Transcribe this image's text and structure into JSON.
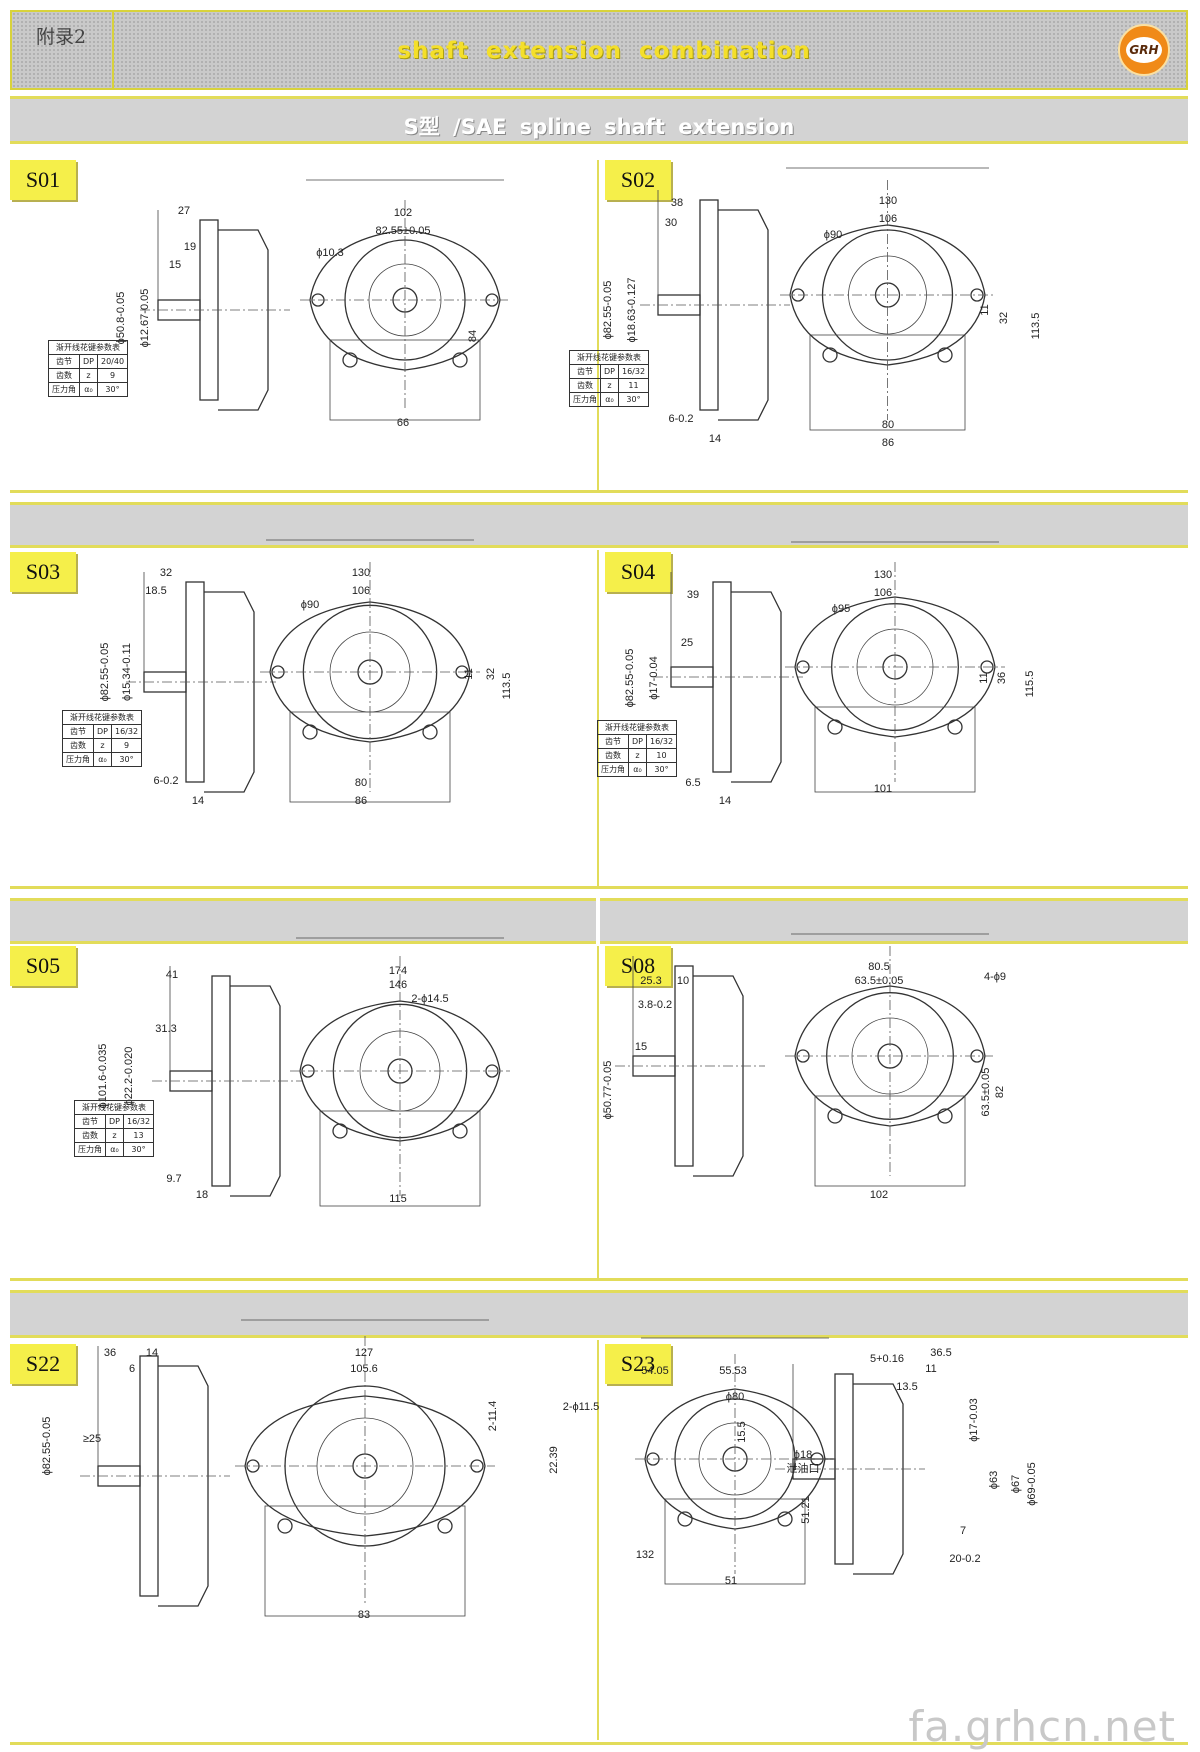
{
  "header": {
    "appendix": "附录2",
    "title": "shaft  extension  combination",
    "logo_text": "GRH"
  },
  "section_bar": {
    "title": "S型  /SAE spline shaft  extension"
  },
  "table_text": {
    "title": "渐开线花键参数表",
    "rows": [
      "齿节",
      "齿数",
      "压力角"
    ],
    "symbols": [
      "DP",
      "z",
      "α₀"
    ]
  },
  "cells": [
    {
      "code": "S01",
      "dp": "20/40",
      "z": "9",
      "angle": "30°",
      "side": [
        "27",
        "19",
        "15",
        "ϕ50.8-0.05",
        "ϕ12.67-0.05"
      ],
      "front": [
        "102",
        "82.55±0.05",
        "ϕ10.3",
        "84",
        "66"
      ]
    },
    {
      "code": "S02",
      "dp": "16/32",
      "z": "11",
      "angle": "30°",
      "side": [
        "38",
        "30",
        "ϕ82.55-0.05",
        "ϕ18.63-0.127",
        "6-0.2",
        "14"
      ],
      "front": [
        "130",
        "106",
        "ϕ90",
        "11",
        "32",
        "113.5",
        "80",
        "86"
      ]
    },
    {
      "code": "S03",
      "dp": "16/32",
      "z": "9",
      "angle": "30°",
      "side": [
        "32",
        "18.5",
        "ϕ82.55-0.05",
        "ϕ15.34-0.11",
        "6-0.2",
        "14"
      ],
      "front": [
        "130",
        "106",
        "ϕ90",
        "11",
        "32",
        "113.5",
        "80",
        "86"
      ]
    },
    {
      "code": "S04",
      "dp": "16/32",
      "z": "10",
      "angle": "30°",
      "side": [
        "39",
        "25",
        "ϕ82.55-0.05",
        "ϕ17-0.04",
        "6.5",
        "14"
      ],
      "front": [
        "130",
        "106",
        "ϕ95",
        "11",
        "36",
        "115.5",
        "101"
      ]
    },
    {
      "code": "S05",
      "dp": "16/32",
      "z": "13",
      "angle": "30°",
      "side": [
        "41",
        "31.3",
        "ϕ101.6-0.035",
        "ϕ22.2-0.020",
        "9.7",
        "18"
      ],
      "front": [
        "174",
        "146",
        "2-ϕ14.5",
        "115"
      ]
    },
    {
      "code": "S08",
      "side": [
        "25.3",
        "10",
        "3.8-0.2",
        "15",
        "ϕ50.77-0.05"
      ],
      "front": [
        "80.5",
        "63.5±0.05",
        "4-ϕ9",
        "63.5±0.05",
        "82",
        "102"
      ]
    },
    {
      "code": "S22",
      "side": [
        "36",
        "14",
        "6",
        "ϕ82.55-0.05",
        "≥25"
      ],
      "front": [
        "127",
        "105.6",
        "2-11.4",
        "83"
      ]
    },
    {
      "code": "S23",
      "side": [
        "36.5",
        "11",
        "5+0.16",
        "13.5",
        "ϕ17-0.03",
        "ϕ63",
        "ϕ67",
        "ϕ69-0.05",
        "7",
        "20-0.2"
      ],
      "front": [
        "54.05",
        "55.53",
        "2-ϕ11.5",
        "ϕ80",
        "22.39",
        "15.5",
        "ϕ18",
        "泄油口",
        "51.21",
        "132",
        "51"
      ]
    }
  ],
  "watermark": "fa.grhcn.net"
}
